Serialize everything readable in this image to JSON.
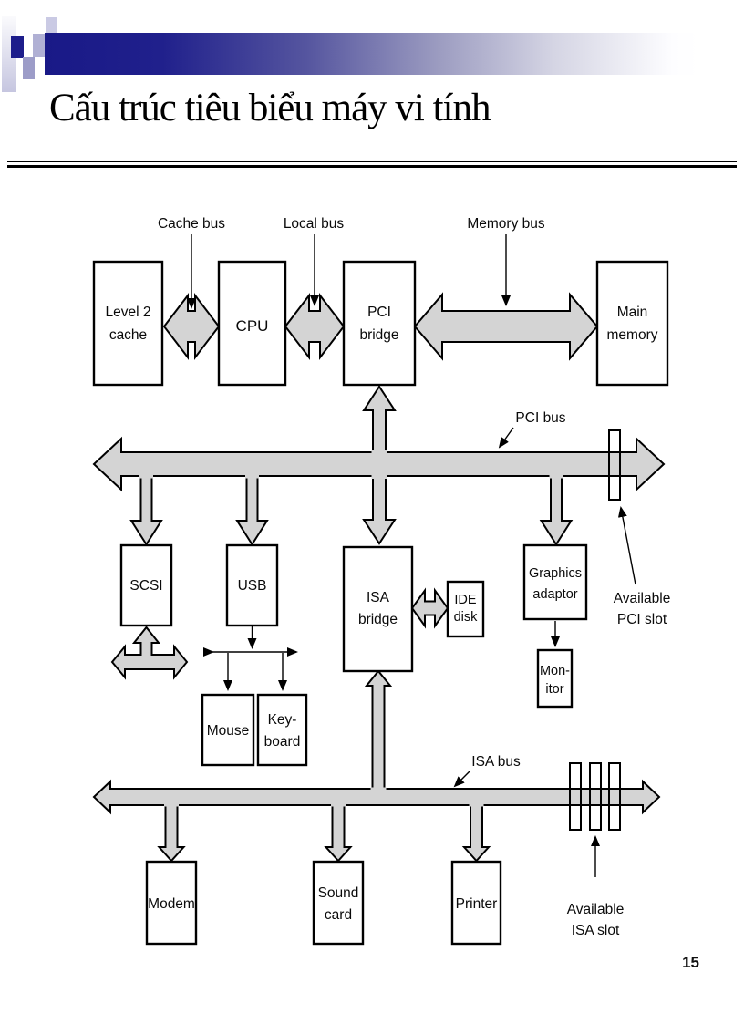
{
  "slide": {
    "title": "Cấu trúc tiêu biểu máy vi tính",
    "page_number": "15"
  },
  "diagram": {
    "boxes": {
      "level2_cache": {
        "line1": "Level 2",
        "line2": "cache"
      },
      "cpu": {
        "line1": "CPU"
      },
      "pci_bridge": {
        "line1": "PCI",
        "line2": "bridge"
      },
      "main_memory": {
        "line1": "Main",
        "line2": "memory"
      },
      "scsi": {
        "line1": "SCSI"
      },
      "usb": {
        "line1": "USB"
      },
      "isa_bridge": {
        "line1": "ISA",
        "line2": "bridge"
      },
      "ide_disk": {
        "line1": "IDE",
        "line2": "disk"
      },
      "graphics_adaptor": {
        "line1": "Graphics",
        "line2": "adaptor"
      },
      "monitor": {
        "line1": "Mon-",
        "line2": "itor"
      },
      "mouse": {
        "line1": "Mouse"
      },
      "keyboard": {
        "line1": "Key-",
        "line2": "board"
      },
      "modem": {
        "line1": "Modem"
      },
      "sound_card": {
        "line1": "Sound",
        "line2": "card"
      },
      "printer": {
        "line1": "Printer"
      }
    },
    "labels": {
      "cache_bus": "Cache bus",
      "local_bus": "Local bus",
      "memory_bus": "Memory bus",
      "pci_bus": "PCI bus",
      "isa_bus": "ISA bus",
      "available_pci_slot": {
        "line1": "Available",
        "line2": "PCI slot"
      },
      "available_isa_slot": {
        "line1": "Available",
        "line2": "ISA slot"
      }
    },
    "colors": {
      "accent_navy": "#1d1d8b",
      "arrow_gray": "#d4d4d4",
      "outline": "#000000"
    }
  }
}
